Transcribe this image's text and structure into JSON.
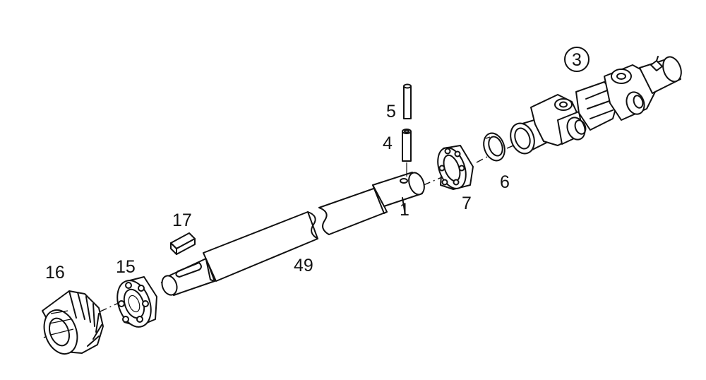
{
  "labels": {
    "part_3": "3",
    "part_4": "4",
    "part_5": "5",
    "part_6": "6",
    "part_7": "7",
    "part_1": "1",
    "part_17": "17",
    "part_49": "49",
    "part_15": "15",
    "part_16": "16"
  },
  "colors": {
    "ink": "#111111",
    "paper": "#ffffff"
  }
}
